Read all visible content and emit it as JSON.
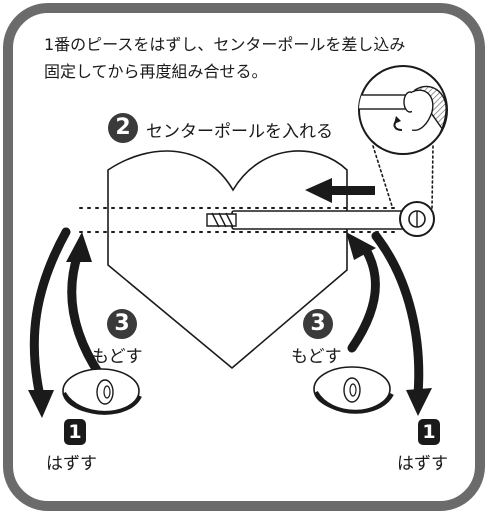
{
  "instruction": {
    "line1": "1番のピースをはずし、センターポールを差し込み",
    "line2": "固定してから再度組み合せる。"
  },
  "step2": {
    "number": "2",
    "label": "センターポールを入れる"
  },
  "step3_left": {
    "number": "3",
    "label": "もどす"
  },
  "step3_right": {
    "number": "3",
    "label": "もどす"
  },
  "step1_left": {
    "number": "1",
    "label": "はずす"
  },
  "step1_right": {
    "number": "1",
    "label": "はずす"
  },
  "colors": {
    "frame": "#6b6b6b",
    "ink": "#1a1a1a",
    "badge": "#3a3a3a"
  },
  "icons": [
    "arrow-left-icon",
    "curved-arrow-icon",
    "center-pole-icon",
    "knob-icon",
    "zoom-callout-icon"
  ]
}
